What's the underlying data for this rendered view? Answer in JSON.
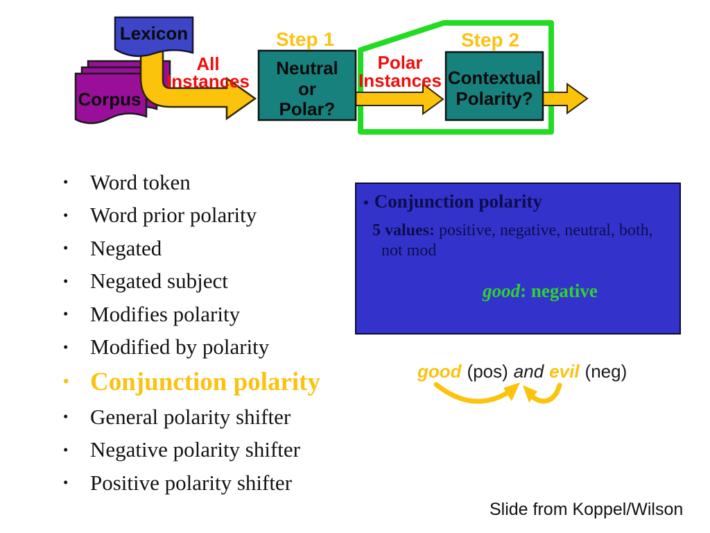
{
  "flow": {
    "lexicon": "Lexicon",
    "corpus": "Corpus",
    "all_instances": {
      "lines": [
        "All",
        "Instances"
      ]
    },
    "step1": "Step 1",
    "box1": {
      "lines": [
        "Neutral",
        "or",
        "Polar?"
      ]
    },
    "polar_instances": {
      "lines": [
        "Polar",
        "Instances"
      ]
    },
    "step2": "Step 2",
    "box2": {
      "lines": [
        "Contextual",
        "Polarity?"
      ]
    }
  },
  "features": {
    "bullet": "•",
    "items": [
      "Word token",
      "Word prior polarity",
      "Negated",
      "Negated subject",
      "Modifies polarity",
      "Modified by polarity",
      "Conjunction polarity",
      "General polarity shifter",
      "Negative polarity shifter",
      "Positive polarity shifter"
    ],
    "highlighted_item": "Conjunction polarity"
  },
  "detail_box": {
    "bullet": "•",
    "title": "Conjunction polarity",
    "values_label": "5 values:",
    "values_text": " positive, negative, neutral, both,",
    "values_text2": "not mod",
    "example_word": "good",
    "example_value": ": negative"
  },
  "example_line": {
    "word1": "good",
    "tag1": "(pos)",
    "conj": "and",
    "word2": "evil",
    "tag2": "(neg)"
  },
  "attribution": "Slide from Koppel/Wilson",
  "colors": {
    "gold": "#FCC212",
    "arrow_yellow": "#FCC30C",
    "red_label": "#F20D0D",
    "teal_box": "#17817D",
    "green_outline": "#22DB22",
    "green_text": "#2FD32F",
    "corpus_purple": "#990F99",
    "lexicon_blue": "#3C46C6",
    "detail_box_blue": "#3333CC"
  }
}
